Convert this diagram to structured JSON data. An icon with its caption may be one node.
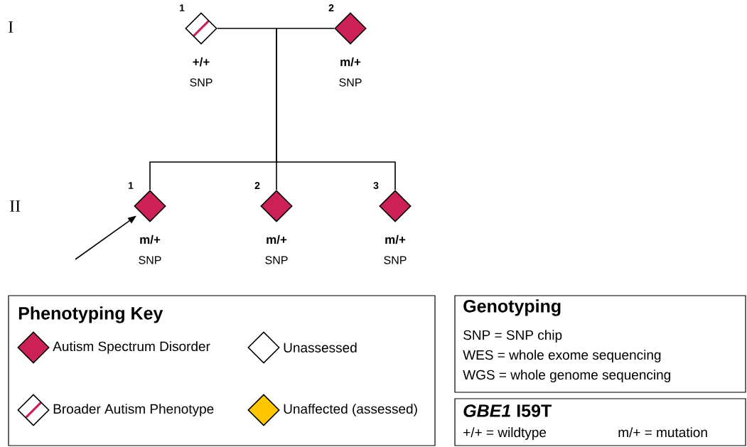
{
  "diagram": {
    "nodes": [
      {
        "text": [],
        "shape": "diamond",
        "beside": [
          "1",
          "+/+",
          "SNP"
        ]
      },
      {
        "text": [],
        "shape": "diamond",
        "beside": [
          "2",
          "m/+",
          "SNP"
        ]
      },
      {
        "text": [],
        "shape": "diamond",
        "beside": [
          "1",
          "m/+",
          "SNP"
        ]
      },
      {
        "text": [],
        "shape": "diamond",
        "beside": [
          "2",
          "m/+",
          "SNP"
        ]
      },
      {
        "text": [],
        "shape": "diamond",
        "beside": [
          "3",
          "m/+",
          "SNP"
        ]
      },
      {
        "text": [
          "Phenotyping Key"
        ]
      },
      {
        "text": [
          "Genotyping",
          "SNP = SNP chip",
          "WES = whole exome sequencing",
          "WGS = whole genome sequencing"
        ]
      },
      {
        "text": [
          "*GBE1* I59T",
          "+/+ = wildtype",
          "m/+ = mutation"
        ]
      }
    ],
    "edges": [
      {
        "from": 0,
        "to": 1,
        "arrow": "none"
      },
      {
        "from": null,
        "to": 2,
        "arrow": "none"
      },
      {
        "from": null,
        "to": 3,
        "arrow": "none"
      },
      {
        "from": null,
        "to": 4,
        "arrow": "none"
      },
      {
        "from": null,
        "to": 2,
        "arrow": "to"
      }
    ],
    "labels": [
      "I",
      "II"
    ],
    "legend": [
      {
        "text": "Autism Spectrum Disorder",
        "color": "#cc2157"
      },
      {
        "text": "Unassessed"
      },
      {
        "text": "Broader Autism Phenotype"
      },
      {
        "text": "Unaffected (assessed)",
        "color": "#ffc600"
      }
    ]
  }
}
